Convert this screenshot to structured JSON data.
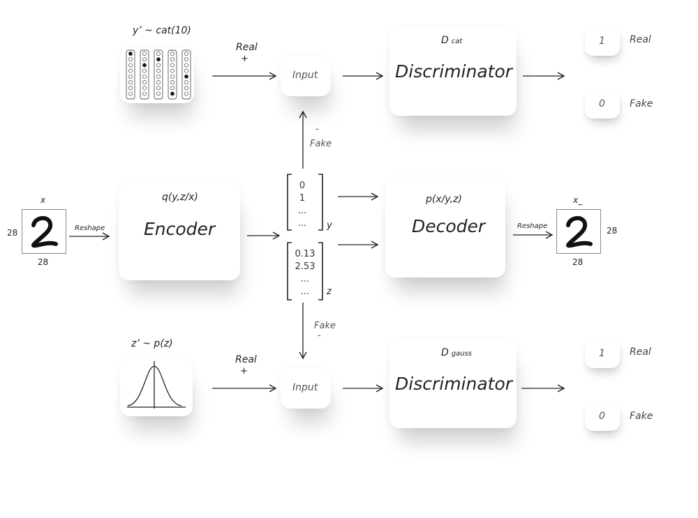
{
  "prior_cat": {
    "label": "y’ ~ cat(10)",
    "real": "Real",
    "plus": "+"
  },
  "prior_gauss": {
    "label": "z’ ~ p(z)",
    "real": "Real",
    "plus": "+"
  },
  "input_top": "Input",
  "input_bottom": "Input",
  "d_cat": {
    "title": "D",
    "sub": "cat",
    "name": "Discriminator"
  },
  "d_gauss": {
    "title": "D",
    "sub": "gauss",
    "name": "Discriminator"
  },
  "outputs_top": {
    "one": "1",
    "one_label": "Real",
    "zero": "0",
    "zero_label": "Fake"
  },
  "outputs_bottom": {
    "one": "1",
    "one_label": "Real",
    "zero": "0",
    "zero_label": "Fake"
  },
  "fake_top": {
    "minus": "-",
    "label": "Fake"
  },
  "fake_bottom": {
    "minus": "-",
    "label": "Fake"
  },
  "input_image": {
    "label": "x",
    "width": "28",
    "height": "28",
    "reshape": "Reshape"
  },
  "encoder": {
    "formula": "q(y,z/x)",
    "name": "Encoder"
  },
  "y_vector": {
    "values": [
      "0",
      "1",
      "...",
      "..."
    ],
    "label": "y"
  },
  "z_vector": {
    "values": [
      "0.13",
      "2.53",
      "...",
      "..."
    ],
    "label": "z"
  },
  "decoder": {
    "formula": "p(x/y,z)",
    "name": "Decoder",
    "reshape": "Reshape"
  },
  "output_image": {
    "label": "x_",
    "width": "28",
    "height": "28"
  }
}
